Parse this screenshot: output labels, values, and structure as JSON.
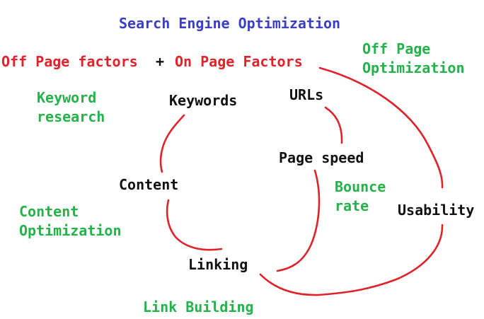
{
  "title": "Search Engine Optimization",
  "header": {
    "off_page_factors": "Off Page factors",
    "plus": "+",
    "on_page_factors": "On Page Factors"
  },
  "categories": {
    "off_page_optimization": "Off Page\nOptimization",
    "keyword_research": "Keyword\nresearch",
    "content_optimization": "Content\nOptimization",
    "bounce_rate": "Bounce\nrate",
    "link_building": "Link Building"
  },
  "nodes": {
    "keywords": "Keywords",
    "urls": "URLs",
    "page_speed": "Page speed",
    "content": "Content",
    "usability": "Usability",
    "linking": "Linking"
  },
  "colors": {
    "title": "#3b3fc4",
    "header": "#e0232b",
    "category": "#24b24b",
    "node": "#111111",
    "connector": "#e0232b"
  }
}
